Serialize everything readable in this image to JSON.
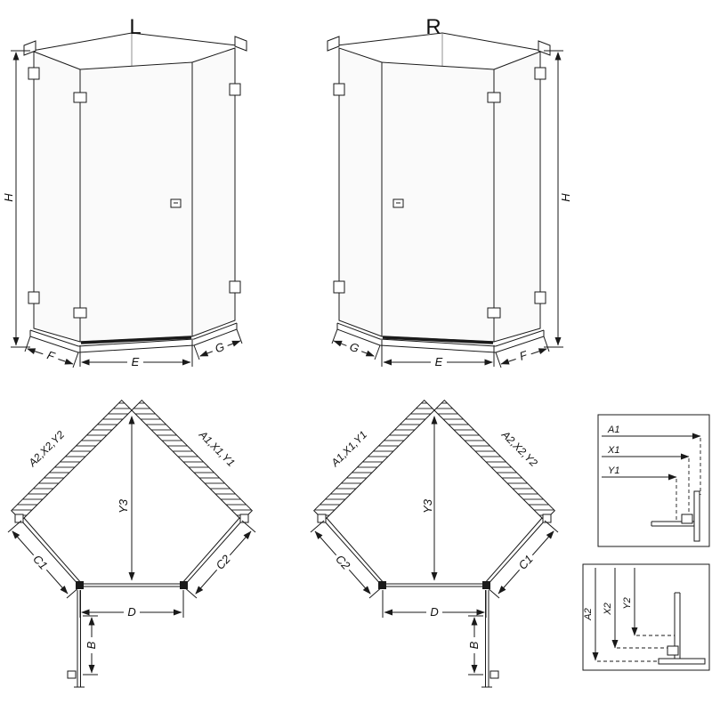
{
  "drawing": {
    "title_left": "L",
    "title_right": "R",
    "labels": {
      "h": "H",
      "e": "E",
      "f": "F",
      "g": "G",
      "a1_group": "A1,X1,Y1",
      "a2_group": "A2,X2,Y2",
      "y3": "Y3",
      "c1": "C1",
      "c2": "C2",
      "d": "D",
      "b": "B",
      "a1": "A1",
      "x1": "X1",
      "y1": "Y1",
      "a2": "A2",
      "x2": "X2",
      "y2": "Y2"
    },
    "colors": {
      "line": "#1a1a1a",
      "glass": "#fafafa"
    }
  }
}
